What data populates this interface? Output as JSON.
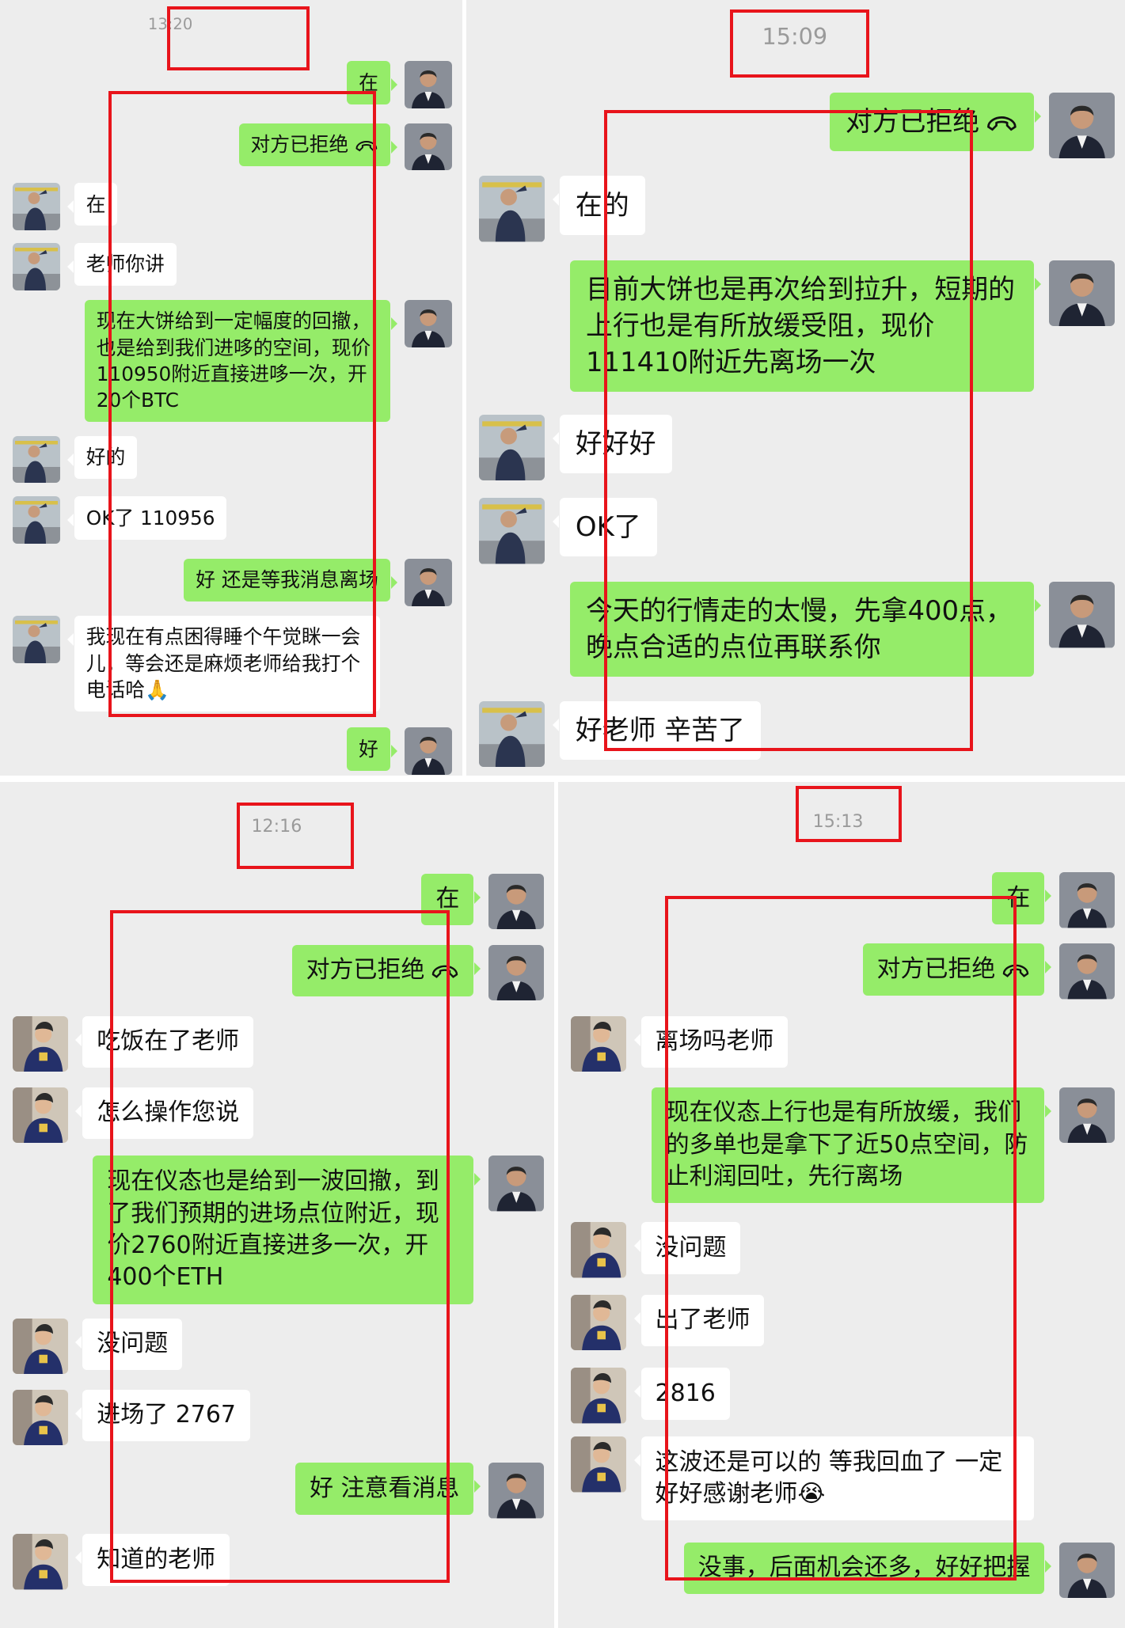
{
  "panels": [
    {
      "timestamp": "13:20",
      "messages": [
        {
          "side": "me",
          "text": "在"
        },
        {
          "side": "me",
          "text": "对方已拒绝",
          "call": true
        },
        {
          "side": "them",
          "text": "在"
        },
        {
          "side": "them",
          "text": "老师你讲"
        },
        {
          "side": "me",
          "text": "现在大饼给到一定幅度的回撤，也是给到我们进哆的空间，现价110950附近直接进哆一次，开20个BTC"
        },
        {
          "side": "them",
          "text": "好的"
        },
        {
          "side": "them",
          "text": "OK了 110956"
        },
        {
          "side": "me",
          "text": "好 还是等我消息离场"
        },
        {
          "side": "them",
          "text": "我现在有点困得睡个午觉眯一会儿，等会还是麻烦老师给我打个电话哈🙏"
        },
        {
          "side": "me",
          "text": "好"
        }
      ]
    },
    {
      "timestamp": "15:09",
      "messages": [
        {
          "side": "me",
          "text": "对方已拒绝",
          "call": true
        },
        {
          "side": "them",
          "text": "在的"
        },
        {
          "side": "me",
          "text": "目前大饼也是再次给到拉升，短期的上行也是有所放缓受阻，现价111410附近先离场一次"
        },
        {
          "side": "them",
          "text": "好好好"
        },
        {
          "side": "them",
          "text": "OK了"
        },
        {
          "side": "me",
          "text": "今天的行情走的太慢，先拿400点，晚点合适的点位再联系你"
        },
        {
          "side": "them",
          "text": "好老师 辛苦了"
        }
      ]
    },
    {
      "timestamp": "12:16",
      "messages": [
        {
          "side": "me",
          "text": "在"
        },
        {
          "side": "me",
          "text": "对方已拒绝",
          "call": true
        },
        {
          "side": "them",
          "text": "吃饭在了老师"
        },
        {
          "side": "them",
          "text": "怎么操作您说"
        },
        {
          "side": "me",
          "text": "现在仪态也是给到一波回撤，到了我们预期的进场点位附近，现价2760附近直接进多一次，开400个ETH"
        },
        {
          "side": "them",
          "text": "没问题"
        },
        {
          "side": "them",
          "text": "进场了 2767"
        },
        {
          "side": "me",
          "text": "好 注意看消息"
        },
        {
          "side": "them",
          "text": "知道的老师"
        }
      ]
    },
    {
      "timestamp": "15:13",
      "messages": [
        {
          "side": "me",
          "text": "在"
        },
        {
          "side": "me",
          "text": "对方已拒绝",
          "call": true
        },
        {
          "side": "them",
          "text": "离场吗老师"
        },
        {
          "side": "me",
          "text": "现在仪态上行也是有所放缓，我们的多单也是拿下了近50点空间，防止利润回吐，先行离场"
        },
        {
          "side": "them",
          "text": "没问题"
        },
        {
          "side": "them",
          "text": "出了老师"
        },
        {
          "side": "them",
          "text": "2816"
        },
        {
          "side": "them",
          "text": "这波还是可以的 等我回血了 一定好好感谢老师😭"
        },
        {
          "side": "me",
          "text": "没事，后面机会还多，好好把握"
        }
      ]
    }
  ],
  "colors": {
    "me_bubble": "#95ec69",
    "them_bubble": "#ffffff",
    "background": "#ededed",
    "highlight": "#e8141b"
  },
  "icons": {
    "me_avatar": "man-in-suit-avatar",
    "them_avatar_a": "man-outdoor-avatar",
    "them_avatar_b": "person-jacket-avatar",
    "call": "phone-hangup-icon"
  }
}
